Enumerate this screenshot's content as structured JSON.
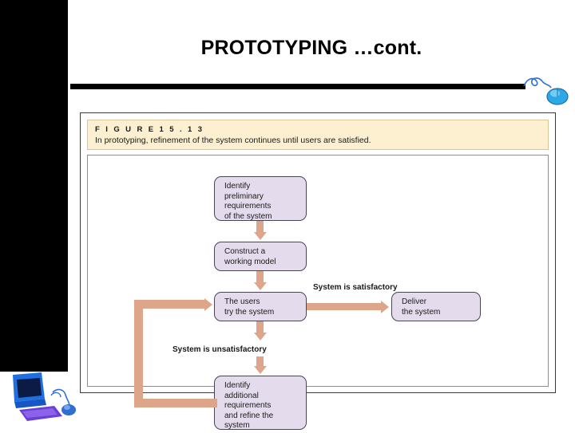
{
  "slide": {
    "title": "PROTOTYPING …cont.",
    "background": "#ffffff",
    "accent_bar_color": "#000000"
  },
  "decorations": {
    "mouse_icon": "computer-mouse-icon",
    "computer_icon": "desktop-computer-icon",
    "rule_color": "#000000"
  },
  "figure": {
    "caption_title": "F I G U R E   1 5 . 1 3",
    "caption_text": "In prototyping, refinement of the system continues until users are satisfied.",
    "caption_bg": "#fdf0d0",
    "panel_border": "#8d8d8d"
  },
  "chart_data": {
    "type": "diagram",
    "title": "In prototyping, refinement of the system continues until users are satisfied.",
    "box_fill": "#e4dced",
    "box_border": "#4a4452",
    "arrow_color": "#dda68b",
    "nodes": [
      {
        "id": "n1",
        "label": "Identify\npreliminary\nrequirements\nof the system"
      },
      {
        "id": "n2",
        "label": "Construct a\nworking model"
      },
      {
        "id": "n3",
        "label": "The users\ntry the system"
      },
      {
        "id": "n4",
        "label": "Deliver\nthe system"
      },
      {
        "id": "n5",
        "label": "Identify\nadditional\nrequirements\nand refine the\nsystem"
      }
    ],
    "edges": [
      {
        "from": "n1",
        "to": "n2",
        "label": ""
      },
      {
        "from": "n2",
        "to": "n3",
        "label": ""
      },
      {
        "from": "n3",
        "to": "n4",
        "label": "System is satisfactory"
      },
      {
        "from": "n3",
        "to": "n5",
        "label": "System is unsatisfactory"
      },
      {
        "from": "n5",
        "to": "n3",
        "label": ""
      }
    ],
    "edge_labels": {
      "satisfactory": "System is satisfactory",
      "unsatisfactory": "System is unsatisfactory"
    }
  }
}
